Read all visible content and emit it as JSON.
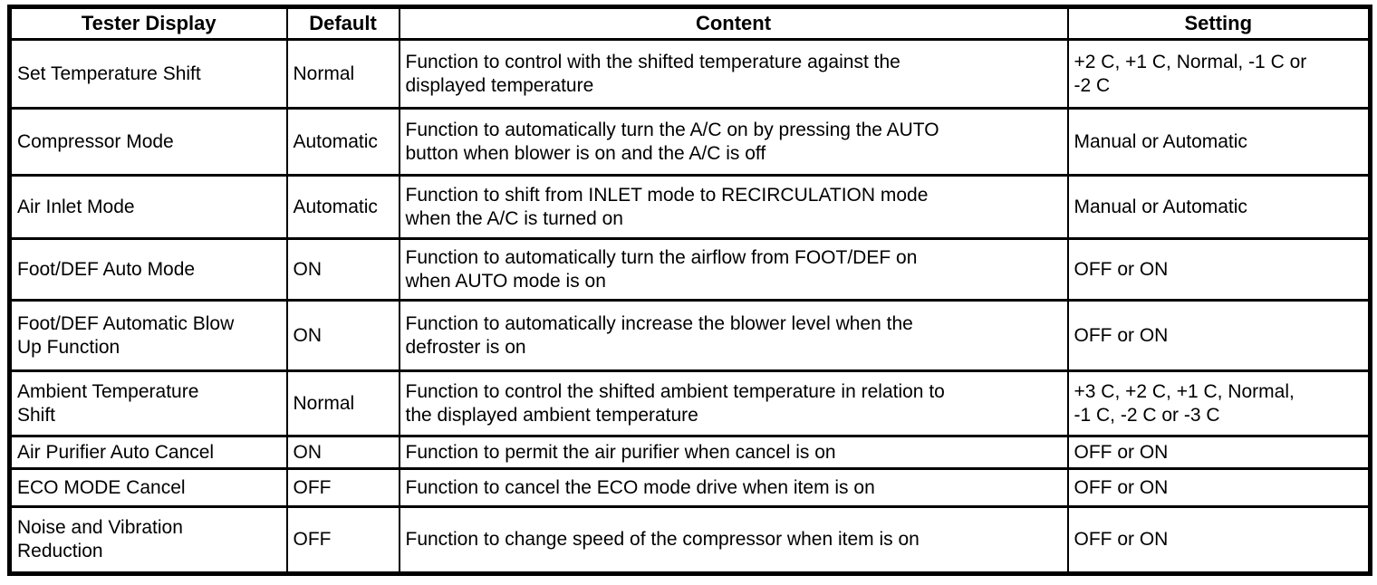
{
  "document": {
    "background_color": "#ffffff",
    "border_color": "#000000",
    "text_color": "#000000"
  },
  "table": {
    "headers": {
      "tester_display": "Tester Display",
      "default": "Default",
      "content": "Content",
      "setting": "Setting"
    },
    "rows": [
      {
        "tester_display": "Set Temperature Shift",
        "default": "Normal",
        "content": "Function to control with the shifted temperature against the\ndisplayed temperature",
        "setting": "+2 C, +1 C, Normal, -1 C or\n-2 C"
      },
      {
        "tester_display": "Compressor Mode",
        "default": "Automatic",
        "content": "Function to automatically turn the A/C on by pressing the AUTO\nbutton when blower is on and the A/C is off",
        "setting": "Manual or Automatic"
      },
      {
        "tester_display": "Air Inlet Mode",
        "default": "Automatic",
        "content": "Function to shift from INLET mode to RECIRCULATION mode\nwhen the A/C is turned on",
        "setting": "Manual or Automatic"
      },
      {
        "tester_display": "Foot/DEF Auto Mode",
        "default": "ON",
        "content": "Function to automatically turn the airflow from FOOT/DEF on\nwhen AUTO mode is on",
        "setting": "OFF or ON"
      },
      {
        "tester_display": "Foot/DEF Automatic Blow\nUp Function",
        "default": "ON",
        "content": "Function to automatically increase the blower level when the\ndefroster is on",
        "setting": "OFF or ON"
      },
      {
        "tester_display": "Ambient Temperature\nShift",
        "default": "Normal",
        "content": "Function to control the shifted ambient temperature in relation to\nthe displayed ambient temperature",
        "setting": "+3 C, +2 C, +1 C, Normal,\n-1 C, -2 C or -3 C"
      },
      {
        "tester_display": "Air Purifier Auto Cancel",
        "default": "ON",
        "content": "Function to permit the air purifier when cancel is on",
        "setting": "OFF or ON"
      },
      {
        "tester_display": "ECO MODE Cancel",
        "default": "OFF",
        "content": "Function to cancel the ECO mode drive when item is on",
        "setting": "OFF or ON"
      },
      {
        "tester_display": "Noise and Vibration\nReduction",
        "default": "OFF",
        "content": "Function to change speed of the compressor when item is on",
        "setting": "OFF or ON"
      }
    ]
  }
}
